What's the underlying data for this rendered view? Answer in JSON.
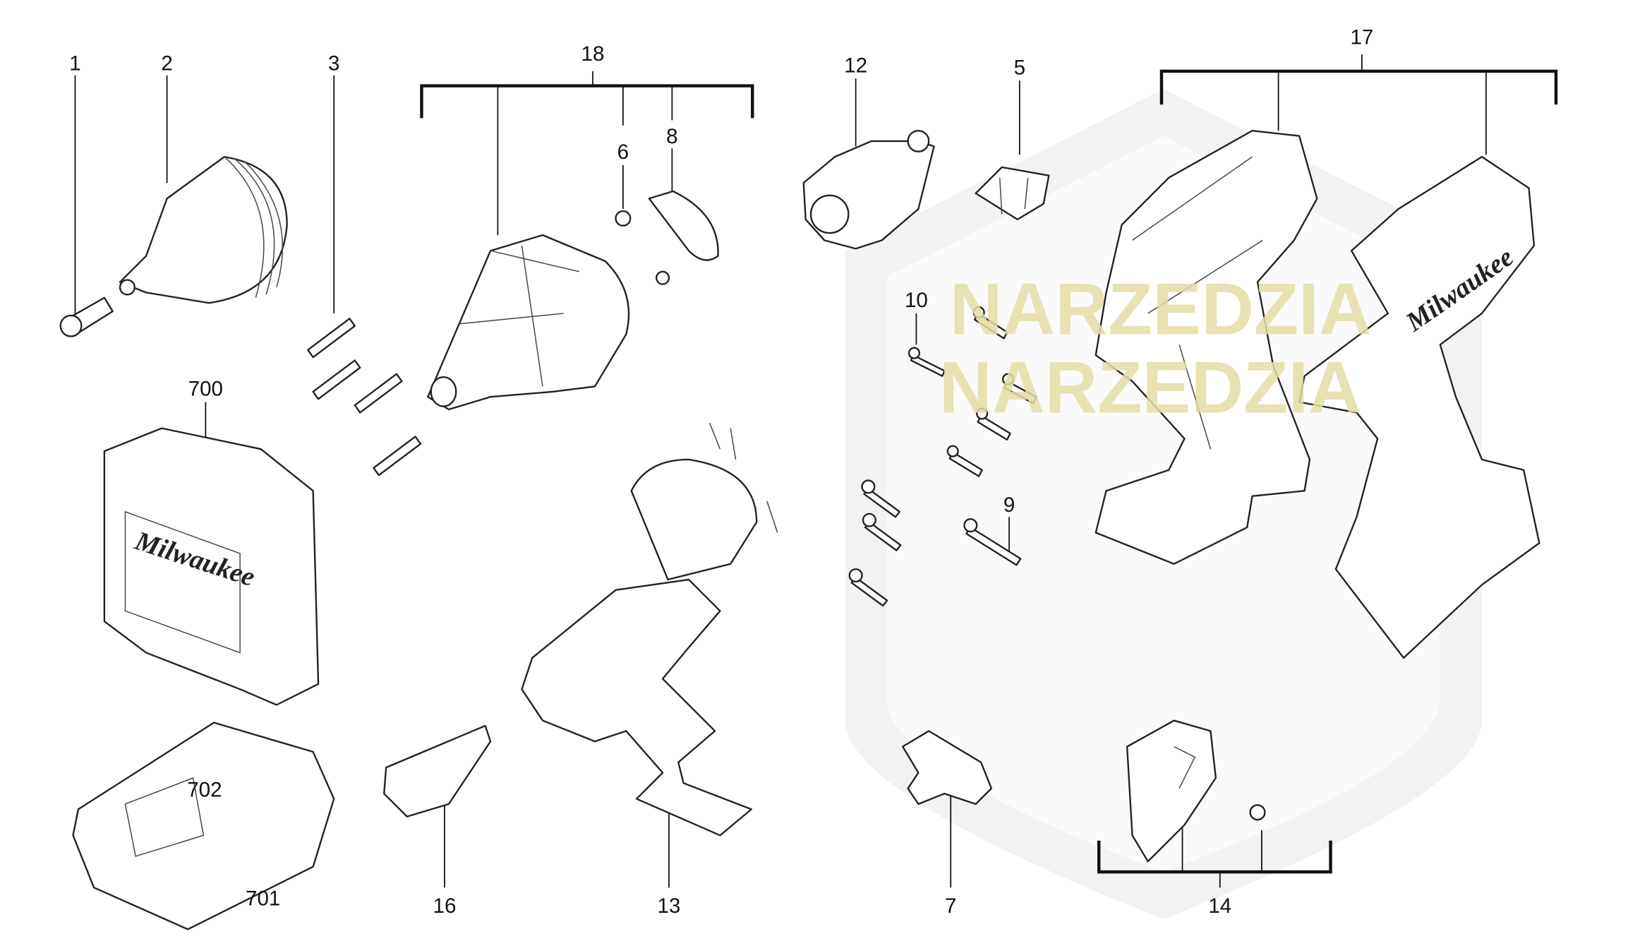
{
  "diagram": {
    "title": "Exploded parts diagram - cordless drill",
    "watermark_text": [
      "NARZEDZIA",
      "NARZEDZIA"
    ],
    "brand_logo_text": "Milwaukee",
    "part_labels": {
      "p1": "1",
      "p2": "2",
      "p3": "3",
      "p5": "5",
      "p6": "6",
      "p7": "7",
      "p8": "8",
      "p9": "9",
      "p10": "10",
      "p12": "12",
      "p13": "13",
      "p14": "14",
      "p16": "16",
      "p17": "17",
      "p18": "18",
      "p700": "700",
      "p701": "701",
      "p702": "702"
    }
  }
}
